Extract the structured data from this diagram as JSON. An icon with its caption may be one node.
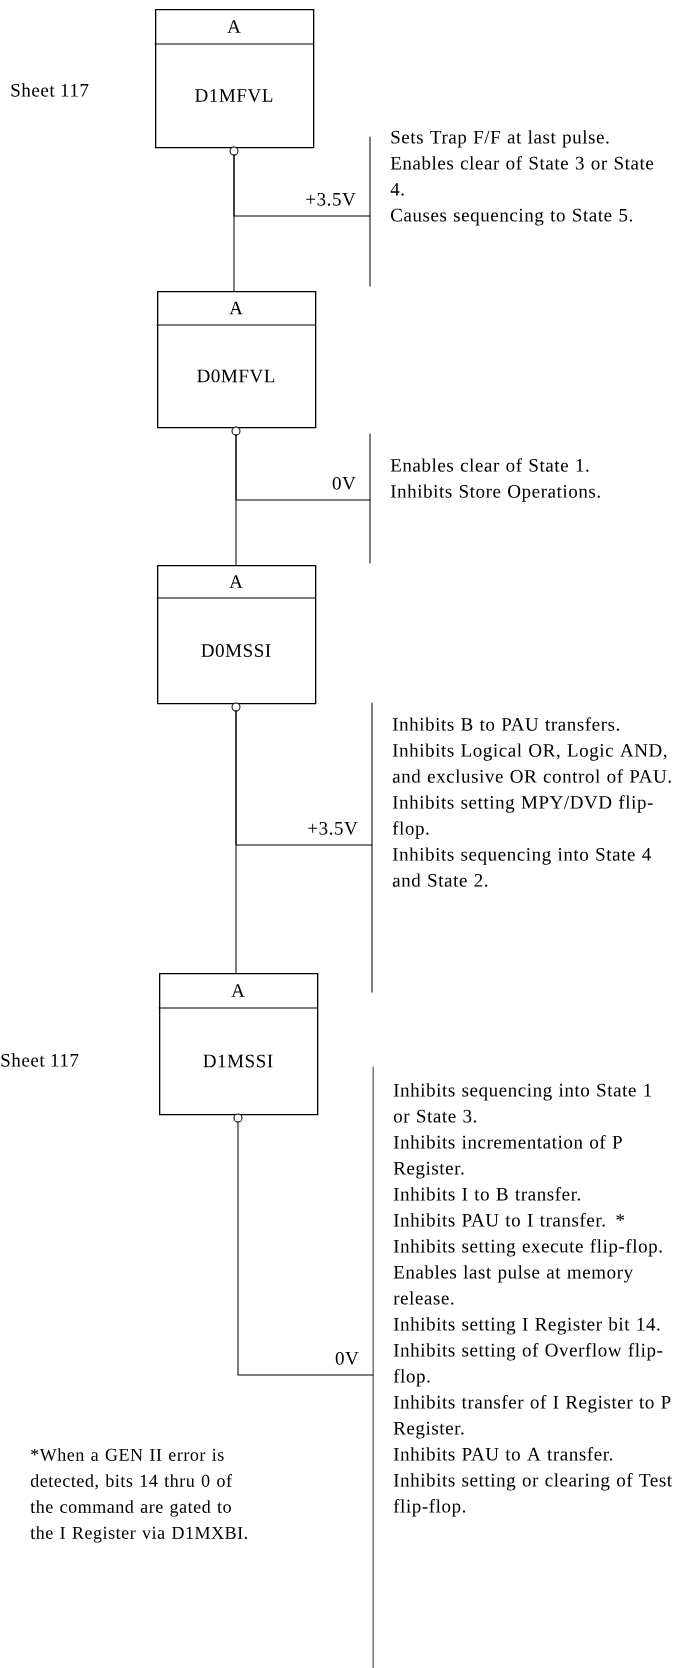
{
  "diagram": {
    "nodes": [
      {
        "text": [
          "A",
          "D1MFVL"
        ]
      },
      {
        "text": [
          "A",
          "D0MFVL"
        ]
      },
      {
        "text": [
          "A",
          "D0MSSI"
        ]
      },
      {
        "text": [
          "A",
          "D1MSSI"
        ]
      },
      {
        "text": [
          "Sets Trap F/F at last pulse.",
          "Enables clear of State 3 or State 4.",
          "Causes sequencing to State 5."
        ]
      },
      {
        "text": [
          "Enables clear of State 1.",
          "Inhibits Store Operations."
        ]
      },
      {
        "text": [
          "Inhibits B to PAU transfers.",
          "Inhibits Logical OR, Logic AND, and exclusive OR control of PAU.",
          "Inhibits setting MPY/DVD flip-flop.",
          "Inhibits sequencing into State 4 and State 2."
        ]
      },
      {
        "text": [
          "Inhibits sequencing into State 1 or State 3.",
          "Inhibits incrementation of P Register.",
          "Inhibits I to B transfer.",
          "Inhibits PAU to I transfer. *",
          "Inhibits setting execute flip-flop.",
          "Enables last pulse at memory release.",
          "Inhibits setting I Register bit 14.",
          "Inhibits setting of Overflow flip-flop.",
          "Inhibits transfer of I Register to P Register.",
          "Inhibits PAU to A transfer.",
          "Inhibits setting or clearing of Test flip-flop."
        ]
      }
    ],
    "edges": [
      {
        "from": 0,
        "to": 1,
        "arrow": "none"
      },
      {
        "from": 0,
        "to": 4,
        "arrow": "none",
        "label": "+3.5V"
      },
      {
        "from": 1,
        "to": 2,
        "arrow": "none"
      },
      {
        "from": 1,
        "to": 5,
        "arrow": "none",
        "label": "0V"
      },
      {
        "from": 2,
        "to": 3,
        "arrow": "none"
      },
      {
        "from": 2,
        "to": 6,
        "arrow": "none",
        "label": "+3.5V"
      },
      {
        "from": 3,
        "to": 7,
        "arrow": "none",
        "label": "0V"
      }
    ],
    "labels": [
      "Sheet 117",
      "Sheet 117",
      "*When a GEN II error is detected, bits 14 thru 0 of the command are gated to the I Register via D1MXBI."
    ]
  }
}
